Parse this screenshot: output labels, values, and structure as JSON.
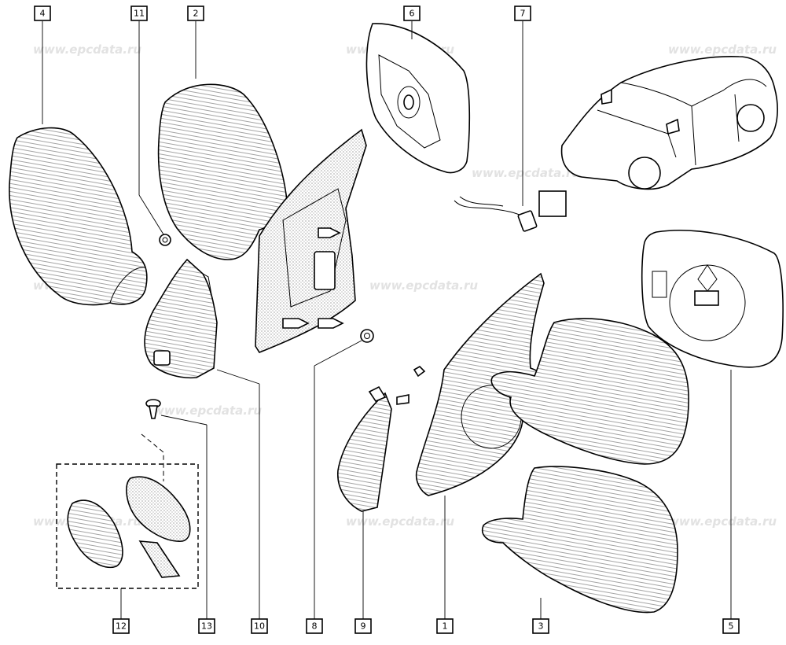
{
  "watermark": "www.epcdata.ru",
  "callouts": [
    {
      "id": "c4",
      "label": "4"
    },
    {
      "id": "c11",
      "label": "11"
    },
    {
      "id": "c2",
      "label": "2"
    },
    {
      "id": "c6",
      "label": "6"
    },
    {
      "id": "c7",
      "label": "7"
    },
    {
      "id": "c12",
      "label": "12"
    },
    {
      "id": "c13",
      "label": "13"
    },
    {
      "id": "c10",
      "label": "10"
    },
    {
      "id": "c8",
      "label": "8"
    },
    {
      "id": "c9",
      "label": "9"
    },
    {
      "id": "c1",
      "label": "1"
    },
    {
      "id": "c3",
      "label": "3"
    },
    {
      "id": "c5",
      "label": "5"
    }
  ]
}
